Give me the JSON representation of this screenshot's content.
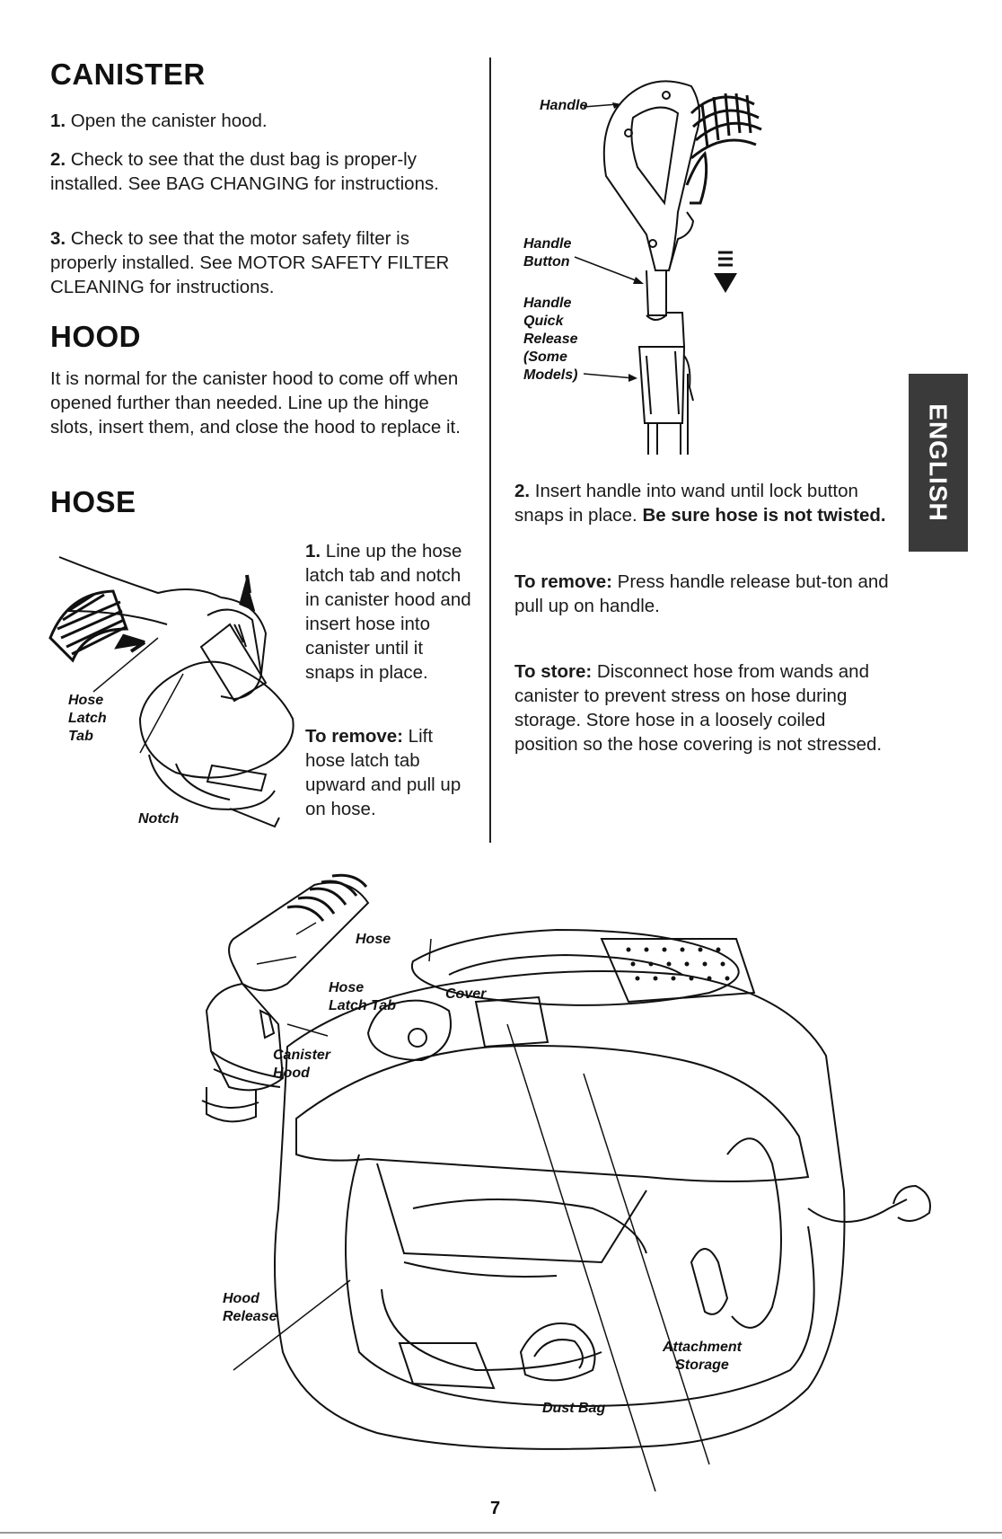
{
  "canister": {
    "heading": "CANISTER",
    "steps": [
      {
        "num": "1.",
        "text": " Open the canister hood."
      },
      {
        "num": "2.",
        "text": " Check to see that the dust bag is proper-ly installed. See BAG CHANGING for instructions."
      },
      {
        "num": "3.",
        "text": " Check to see that the motor safety filter is properly installed. See MOTOR SAFETY FILTER CLEANING for instructions."
      }
    ]
  },
  "hood": {
    "heading": "HOOD",
    "text": "It is normal for the canister hood to come off when opened further than needed. Line up the hinge slots, insert them, and close the hood to replace it."
  },
  "hose": {
    "heading": "HOSE",
    "step1_num": "1.",
    "step1_text": " Line up the hose latch tab and notch in canister hood and insert hose into canister until it snaps in place.",
    "remove_label": "To remove:",
    "remove_text": " Lift hose latch tab upward and pull up on hose.",
    "fig_labels": {
      "hose_latch_tab": "Hose\nLatch\nTab",
      "notch": "Notch"
    }
  },
  "handle": {
    "fig_labels": {
      "handle": "Handle",
      "handle_button": "Handle\nButton",
      "handle_quick_release": "Handle\nQuick\nRelease\n(Some\nModels)"
    },
    "step2_num": "2.",
    "step2_text": " Insert handle into wand until lock button snaps in place. ",
    "step2_bold": "Be sure hose is not twisted.",
    "remove_label": "To remove:",
    "remove_text": " Press handle release but-ton and pull up on handle.",
    "store_label": "To store:",
    "store_text": " Disconnect hose from wands and canister to prevent stress on hose during storage. Store hose in a loosely coiled position so the hose covering is not stressed."
  },
  "side_tab": "ENGLISH",
  "canister_fig_labels": {
    "hose": "Hose",
    "hose_latch_tab": "Hose\nLatch Tab",
    "cover": "Cover",
    "canister_hood": "Canister\nHood",
    "hood_release": "Hood\nRelease",
    "attachment_storage": "Attachment\nStorage",
    "dust_bag": "Dust Bag"
  },
  "page_number": "7"
}
